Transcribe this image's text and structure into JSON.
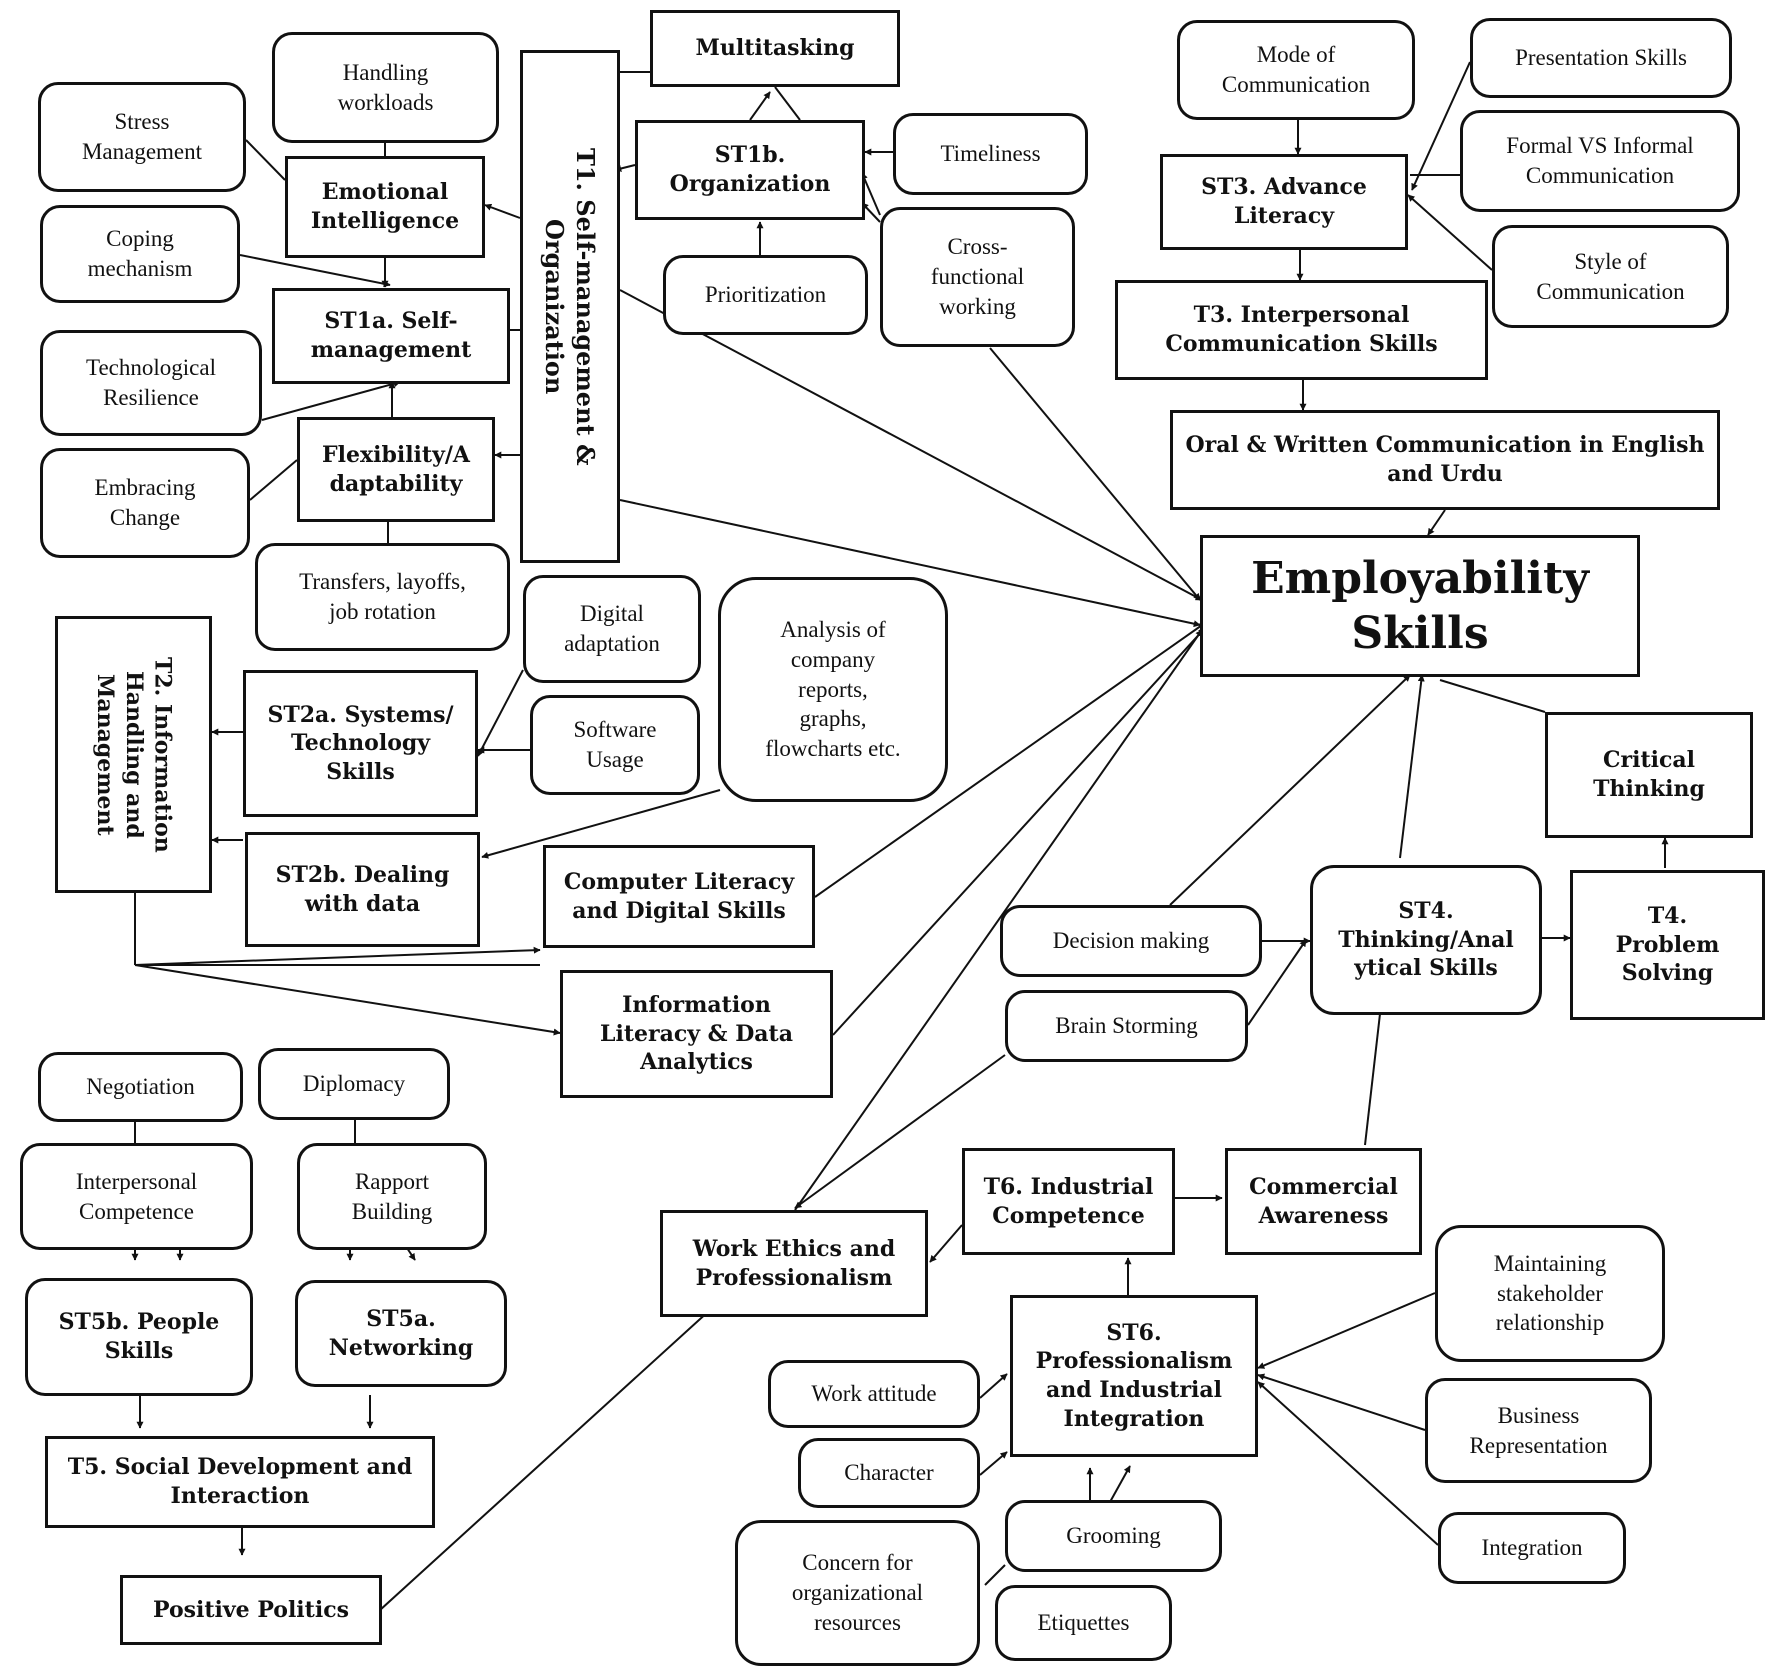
{
  "diagram": {
    "nodes": {
      "multitasking": "Multitasking",
      "handling_workloads": "Handling\nworkloads",
      "stress_management": "Stress\nManagement",
      "emotional_intelligence": "Emotional\nIntelligence",
      "coping_mechanism": "Coping\nmechanism",
      "st1a": "ST1a. Self-\nmanagement",
      "technological_resilience": "Technological\nResilience",
      "embracing_change": "Embracing\nChange",
      "flexibility": "Flexibility/A\ndaptability",
      "transfers": "Transfers, layoffs,\njob rotation",
      "t1": "T1. Self-management & Organization",
      "st1b": "ST1b.\nOrganization",
      "timeliness": "Timeliness",
      "prioritization": "Prioritization",
      "cross_functional": "Cross-\nfunctional\nworking",
      "mode_of_communication": "Mode of\nCommunication",
      "presentation_skills": "Presentation Skills",
      "formal_informal": "Formal VS Informal\nCommunication",
      "st3": "ST3. Advance\nLiteracy",
      "style_of_communication": "Style of\nCommunication",
      "t3": "T3. Interpersonal\nCommunication Skills",
      "oral_written": "Oral & Written Communication in English\nand Urdu",
      "employability": "Employability\nSkills",
      "t2": "T2. Information\nHandling and\nManagement",
      "st2a": "ST2a. Systems/\nTechnology\nSkills",
      "digital_adaptation": "Digital\nadaptation",
      "software_usage": "Software\nUsage",
      "analysis_reports": "Analysis of\ncompany\nreports,\ngraphs,\nflowcharts etc.",
      "st2b": "ST2b. Dealing\nwith data",
      "computer_literacy": "Computer Literacy\nand Digital Skills",
      "information_literacy": "Information\nLiteracy & Data\nAnalytics",
      "critical_thinking": "Critical\nThinking",
      "decision_making": "Decision making",
      "st4": "ST4.\nThinking/Anal\nytical Skills",
      "t4": "T4.\nProblem\nSolving",
      "brain_storming": "Brain Storming",
      "negotiation": "Negotiation",
      "diplomacy": "Diplomacy",
      "interpersonal_competence": "Interpersonal\nCompetence",
      "rapport_building": "Rapport\nBuilding",
      "st5b": "ST5b. People\nSkills",
      "st5a": "ST5a.\nNetworking",
      "t5": "T5. Social Development and\nInteraction",
      "positive_politics": "Positive Politics",
      "work_ethics": "Work Ethics and\nProfessionalism",
      "t6": "T6. Industrial\nCompetence",
      "commercial_awareness": "Commercial\nAwareness",
      "st6": "ST6.\nProfessionalism\nand Industrial\nIntegration",
      "maintaining_stakeholder": "Maintaining\nstakeholder\nrelationship",
      "work_attitude": "Work attitude",
      "character": "Character",
      "business_representation": "Business\nRepresentation",
      "grooming": "Grooming",
      "concern_resources": "Concern for\norganizational\nresources",
      "etiquettes": "Etiquettes",
      "integration": "Integration"
    }
  }
}
